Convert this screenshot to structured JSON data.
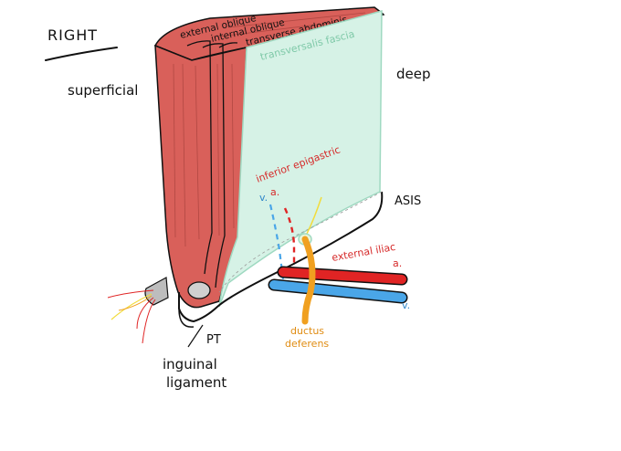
{
  "labels": {
    "side": "RIGHT",
    "superficial": "superficial",
    "deep": "deep",
    "external_oblique": "external oblique",
    "internal_oblique": "internal oblique",
    "transverse_abdominis": "transverse abdominis",
    "transversalis_fascia": "transversalis fascia",
    "inferior_epigastric_line1": "inferior epigastric",
    "inferior_epigastric_line2": "a.",
    "v_left": "v.",
    "asis": "ASIS",
    "external_iliac_line1": "external iliac",
    "external_iliac_line2": "a.",
    "v_right": "v.",
    "pt": "PT",
    "ductus_line1": "ductus",
    "ductus_line2": "deferens",
    "inguinal_line1": "inguinal",
    "inguinal_line2": "ligament"
  },
  "colors": {
    "muscle": "#d9605a",
    "muscle_dark": "#b8443f",
    "fascia": "#d6f2e6",
    "fascia_stroke": "#9fd9c1",
    "artery": "#e02424",
    "vein": "#4aa6e8",
    "ductus": "#f0a020",
    "nerve_yellow": "#f2dc3c",
    "cord_gray": "#bdbdbd"
  }
}
